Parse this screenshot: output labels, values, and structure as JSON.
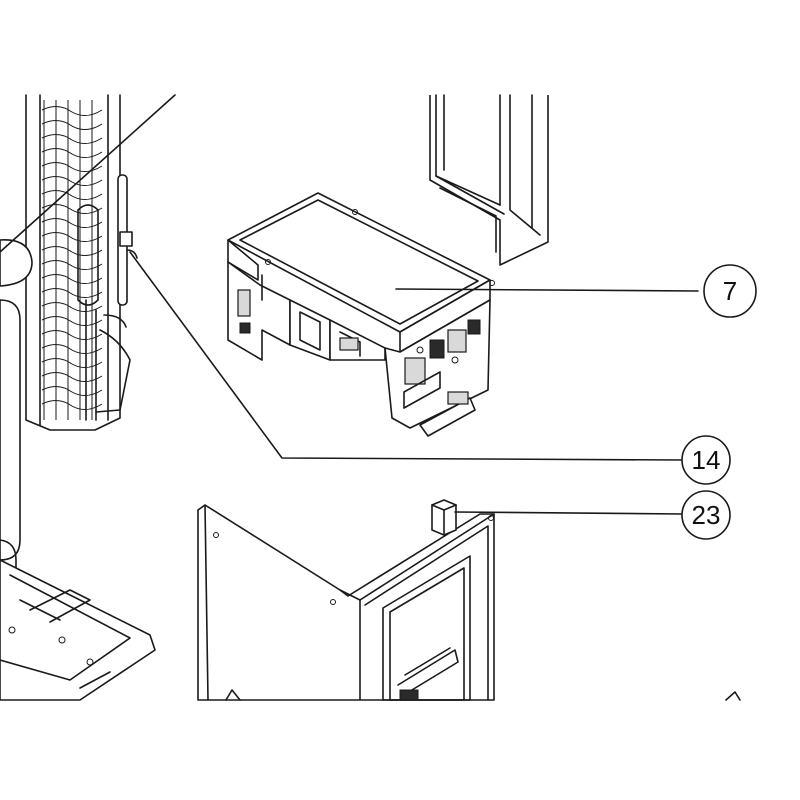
{
  "callouts": [
    {
      "id": "c7",
      "label": "7"
    },
    {
      "id": "c14",
      "label": "14"
    },
    {
      "id": "c23",
      "label": "23"
    }
  ],
  "colors": {
    "line": "#1a1a1a",
    "background": "#ffffff",
    "shade": "#d9d9d9"
  }
}
